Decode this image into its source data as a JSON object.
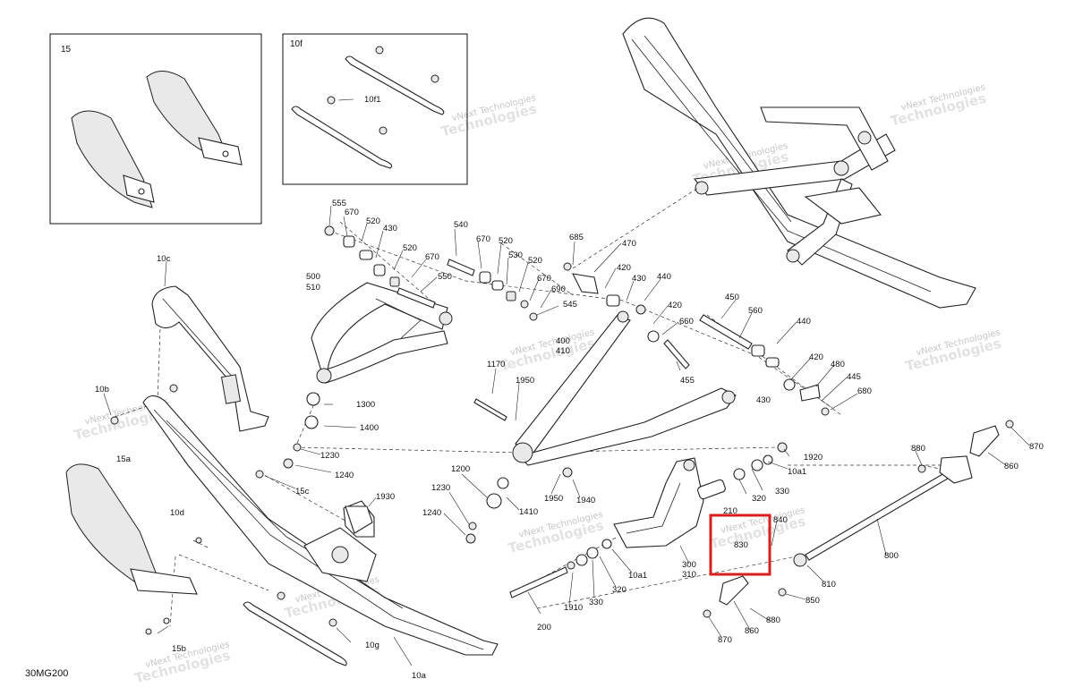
{
  "diagram": {
    "code": "30MG200",
    "watermark": {
      "line1": "vNext Technologies",
      "line2": "Technologies"
    },
    "highlight_color": "#d81e1e",
    "insets": [
      {
        "id": "inset-15",
        "title": "15"
      },
      {
        "id": "inset-10f",
        "title": "10f"
      }
    ],
    "callouts": [
      {
        "id": "c-10f1",
        "text": "10f1"
      },
      {
        "id": "c-555",
        "text": "555"
      },
      {
        "id": "c-670a",
        "text": "670"
      },
      {
        "id": "c-520a",
        "text": "520"
      },
      {
        "id": "c-430a",
        "text": "430"
      },
      {
        "id": "c-520b",
        "text": "520"
      },
      {
        "id": "c-670b",
        "text": "670"
      },
      {
        "id": "c-550",
        "text": "550"
      },
      {
        "id": "c-500",
        "text": "500"
      },
      {
        "id": "c-510",
        "text": "510"
      },
      {
        "id": "c-540",
        "text": "540"
      },
      {
        "id": "c-670c",
        "text": "670"
      },
      {
        "id": "c-520c",
        "text": "520"
      },
      {
        "id": "c-530",
        "text": "530"
      },
      {
        "id": "c-520d",
        "text": "520"
      },
      {
        "id": "c-670d",
        "text": "670"
      },
      {
        "id": "c-690",
        "text": "690"
      },
      {
        "id": "c-545",
        "text": "545"
      },
      {
        "id": "c-685",
        "text": "685"
      },
      {
        "id": "c-470",
        "text": "470"
      },
      {
        "id": "c-420a",
        "text": "420"
      },
      {
        "id": "c-430b",
        "text": "430"
      },
      {
        "id": "c-440a",
        "text": "440"
      },
      {
        "id": "c-420b",
        "text": "420"
      },
      {
        "id": "c-660",
        "text": "660"
      },
      {
        "id": "c-455",
        "text": "455"
      },
      {
        "id": "c-400",
        "text": "400"
      },
      {
        "id": "c-410",
        "text": "410"
      },
      {
        "id": "c-450",
        "text": "450"
      },
      {
        "id": "c-560",
        "text": "560"
      },
      {
        "id": "c-440b",
        "text": "440"
      },
      {
        "id": "c-420c",
        "text": "420"
      },
      {
        "id": "c-480",
        "text": "480"
      },
      {
        "id": "c-445",
        "text": "445"
      },
      {
        "id": "c-430c",
        "text": "430"
      },
      {
        "id": "c-680",
        "text": "680"
      },
      {
        "id": "c-10c",
        "text": "10c"
      },
      {
        "id": "c-10b",
        "text": "10b"
      },
      {
        "id": "c-1300",
        "text": "1300"
      },
      {
        "id": "c-1400",
        "text": "1400"
      },
      {
        "id": "c-1230a",
        "text": "1230"
      },
      {
        "id": "c-1240a",
        "text": "1240"
      },
      {
        "id": "c-1170",
        "text": "1170"
      },
      {
        "id": "c-1950a",
        "text": "1950"
      },
      {
        "id": "c-1200",
        "text": "1200"
      },
      {
        "id": "c-1230b",
        "text": "1230"
      },
      {
        "id": "c-1240b",
        "text": "1240"
      },
      {
        "id": "c-1410",
        "text": "1410"
      },
      {
        "id": "c-1950b",
        "text": "1950"
      },
      {
        "id": "c-1940",
        "text": "1940"
      },
      {
        "id": "c-15c",
        "text": "15c"
      },
      {
        "id": "c-1930",
        "text": "1930"
      },
      {
        "id": "c-15a",
        "text": "15a"
      },
      {
        "id": "c-10d",
        "text": "10d"
      },
      {
        "id": "c-15b",
        "text": "15b"
      },
      {
        "id": "c-10g",
        "text": "10g"
      },
      {
        "id": "c-10a",
        "text": "10a"
      },
      {
        "id": "c-1920",
        "text": "1920"
      },
      {
        "id": "c-10a1a",
        "text": "10a1"
      },
      {
        "id": "c-330a",
        "text": "330"
      },
      {
        "id": "c-320a",
        "text": "320"
      },
      {
        "id": "c-210",
        "text": "210"
      },
      {
        "id": "c-200",
        "text": "200"
      },
      {
        "id": "c-1910",
        "text": "1910"
      },
      {
        "id": "c-330b",
        "text": "330"
      },
      {
        "id": "c-320b",
        "text": "320"
      },
      {
        "id": "c-10a1b",
        "text": "10a1"
      },
      {
        "id": "c-300",
        "text": "300"
      },
      {
        "id": "c-310",
        "text": "310"
      },
      {
        "id": "c-840",
        "text": "840"
      },
      {
        "id": "c-830",
        "text": "830"
      },
      {
        "id": "c-850",
        "text": "850"
      },
      {
        "id": "c-880a",
        "text": "880"
      },
      {
        "id": "c-860a",
        "text": "860"
      },
      {
        "id": "c-870a",
        "text": "870"
      },
      {
        "id": "c-810",
        "text": "810"
      },
      {
        "id": "c-800",
        "text": "800"
      },
      {
        "id": "c-880b",
        "text": "880"
      },
      {
        "id": "c-870b",
        "text": "870"
      },
      {
        "id": "c-860b",
        "text": "860"
      }
    ]
  }
}
